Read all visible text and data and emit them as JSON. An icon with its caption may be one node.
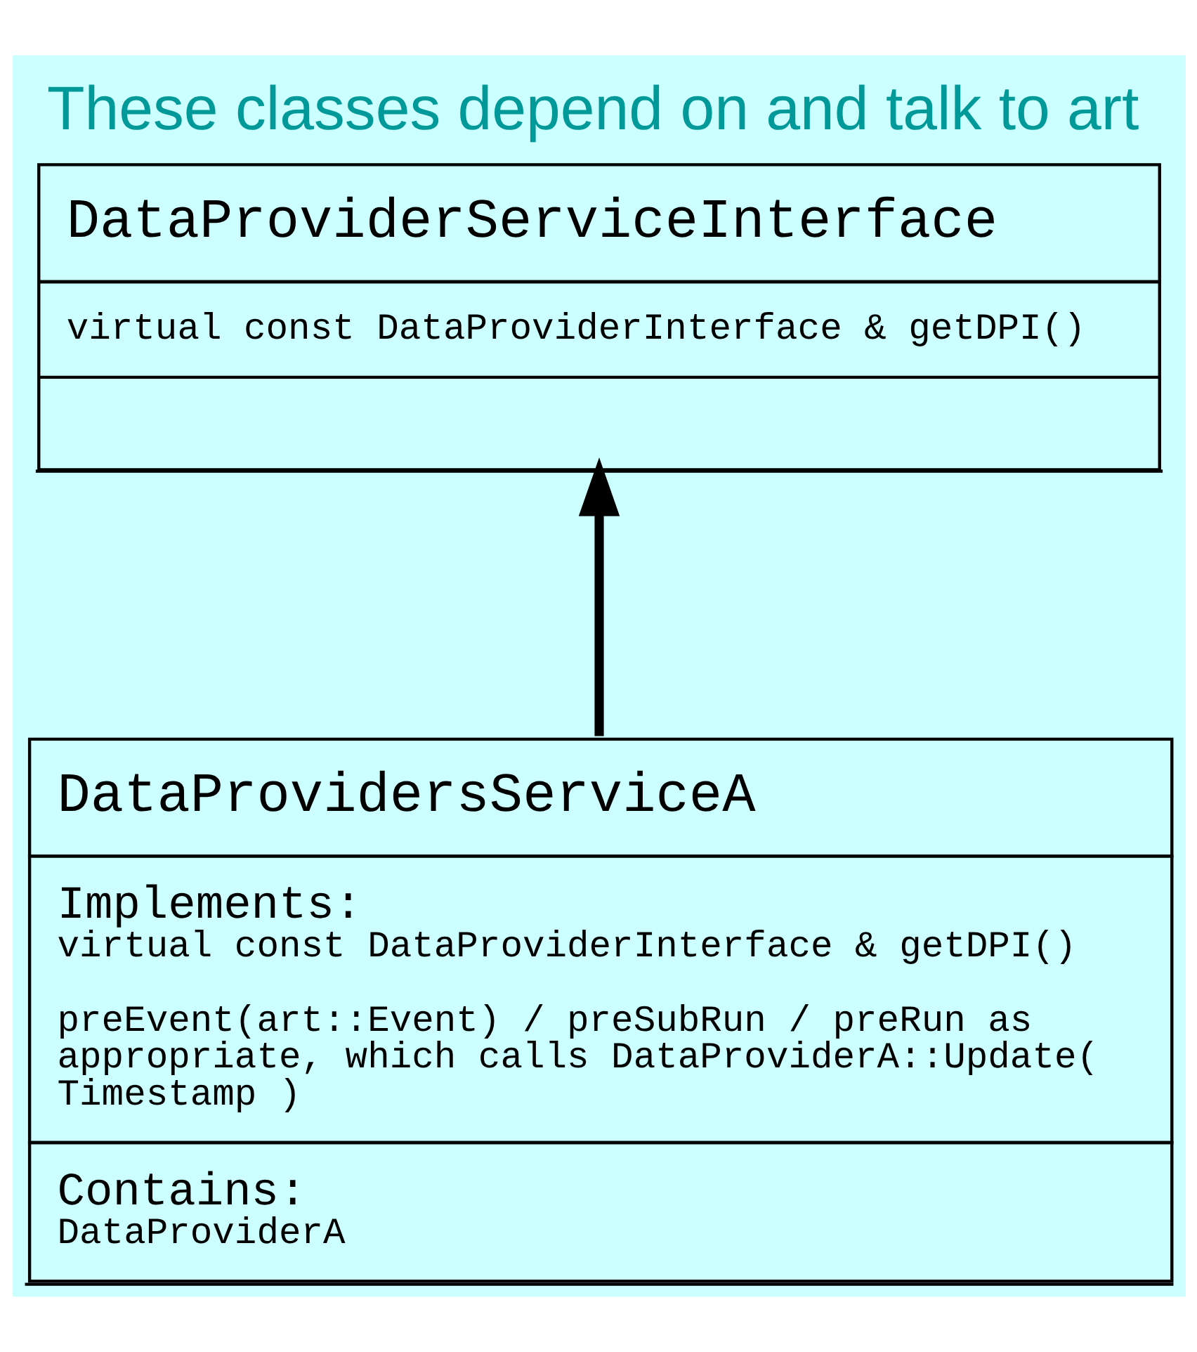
{
  "diagram": {
    "title": "These classes depend on and talk to art",
    "nodes": [
      {
        "text": [
          "DataProviderServiceInterface",
          "virtual const DataProviderInterface & getDPI()"
        ]
      },
      {
        "text": [
          "DataProvidersServiceA",
          "Implements:",
          "virtual const DataProviderInterface & getDPI()",
          "preEvent(art::Event) / preSubRun / preRun as appropriate, which calls DataProviderA::Update( Timestamp )",
          "Contains:",
          "DataProviderA"
        ]
      }
    ],
    "edges": [
      {
        "from": 1,
        "to": 0,
        "arrow": "to"
      }
    ]
  }
}
